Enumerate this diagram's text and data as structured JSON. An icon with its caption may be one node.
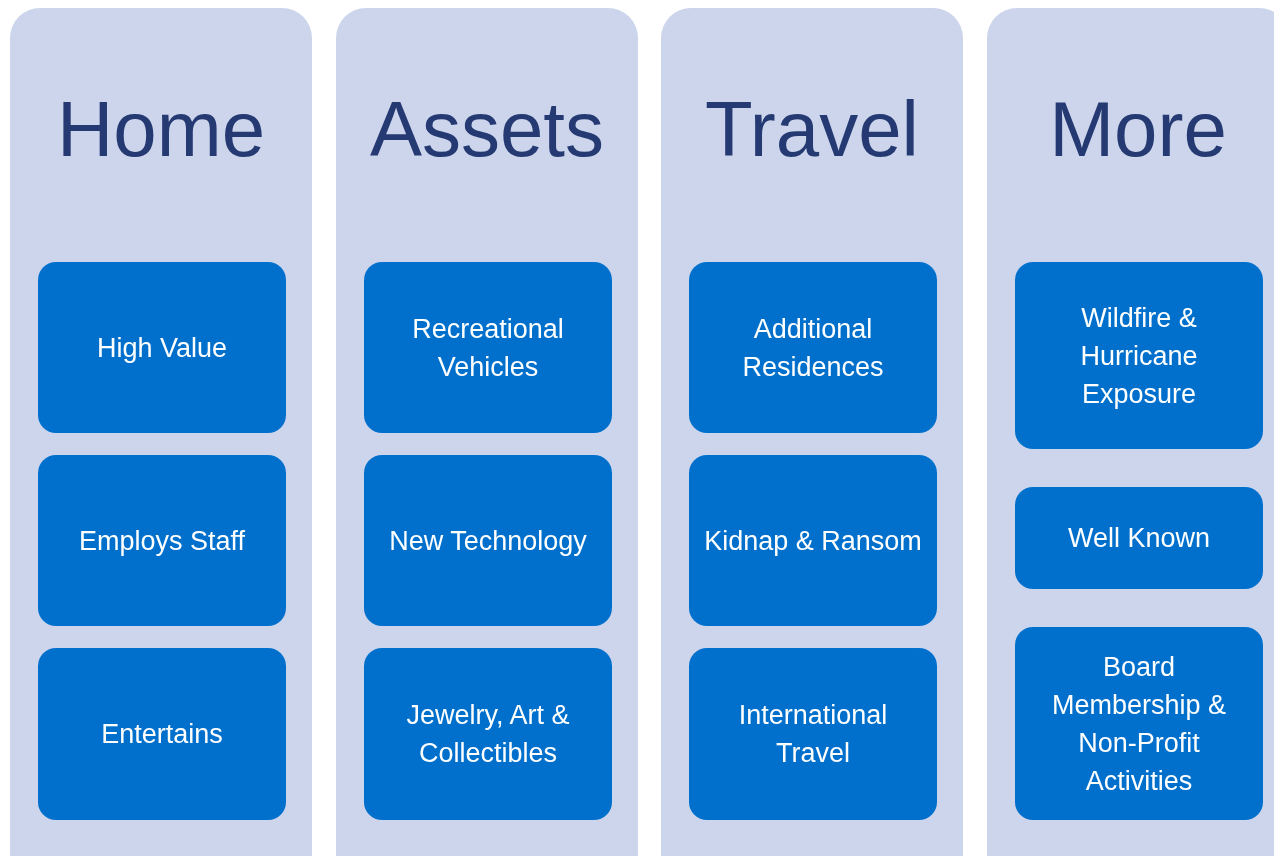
{
  "diagram": {
    "nodes": [
      {
        "text": [
          "Home"
        ]
      },
      {
        "text": [
          "High Value"
        ],
        "in": 0
      },
      {
        "text": [
          "Employs Staff"
        ],
        "in": 0
      },
      {
        "text": [
          "Entertains"
        ],
        "in": 0
      },
      {
        "text": [
          "Assets"
        ]
      },
      {
        "text": [
          "Recreational Vehicles"
        ],
        "in": 4
      },
      {
        "text": [
          "New Technology"
        ],
        "in": 4
      },
      {
        "text": [
          "Jewelry, Art & Collectibles"
        ],
        "in": 4
      },
      {
        "text": [
          "Travel"
        ]
      },
      {
        "text": [
          "Additional Residences"
        ],
        "in": 8
      },
      {
        "text": [
          "Kidnap & Ransom"
        ],
        "in": 8
      },
      {
        "text": [
          "International Travel"
        ],
        "in": 8
      },
      {
        "text": [
          "More"
        ]
      },
      {
        "text": [
          "Wildfire & Hurricane Exposure"
        ],
        "in": 12
      },
      {
        "text": [
          "Well Known"
        ],
        "in": 12
      },
      {
        "text": [
          "Board Membership & Non-Profit Activities"
        ],
        "in": 12
      }
    ]
  }
}
